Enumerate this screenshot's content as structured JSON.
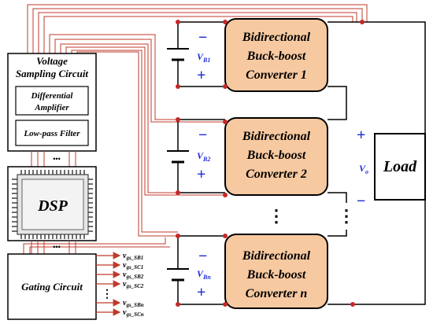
{
  "blocks": {
    "voltage_sampling_line1": "Voltage",
    "voltage_sampling_line2": "Sampling Circuit",
    "diff_amp_line1": "Differential",
    "diff_amp_line2": "Amplifier",
    "lowpass": "Low-pass Filter",
    "dsp": "DSP",
    "gating": "Gating Circuit",
    "load": "Load"
  },
  "converters": [
    {
      "line1": "Bidirectional",
      "line2": "Buck-boost",
      "line3": "Converter 1",
      "vb_main": "V",
      "vb_sub": "B1"
    },
    {
      "line1": "Bidirectional",
      "line2": "Buck-boost",
      "line3": "Converter 2",
      "vb_main": "V",
      "vb_sub": "B2"
    },
    {
      "line1": "Bidirectional",
      "line2": "Buck-boost",
      "line3": "Converter n",
      "vb_main": "V",
      "vb_sub": "Bn"
    }
  ],
  "signs": {
    "minus": "−",
    "plus": "+"
  },
  "output_voltage": {
    "main": "V",
    "sub": "o"
  },
  "gate_signals": [
    {
      "main": "v",
      "sub": "gs_SB1"
    },
    {
      "main": "v",
      "sub": "gs_SC1"
    },
    {
      "main": "v",
      "sub": "gs_SB2"
    },
    {
      "main": "v",
      "sub": "gs_SC2"
    },
    {
      "main": "v",
      "sub": "gs_SBn"
    },
    {
      "main": "v",
      "sub": "gs_SCn"
    }
  ],
  "ellipsis": "⋮",
  "ellipsis_h": "•••",
  "colors": {
    "converter_fill": "#f7c9a0",
    "wire_red": "#c0392b",
    "sign_blue": "#1f2bd6",
    "node_red": "#c62828"
  }
}
